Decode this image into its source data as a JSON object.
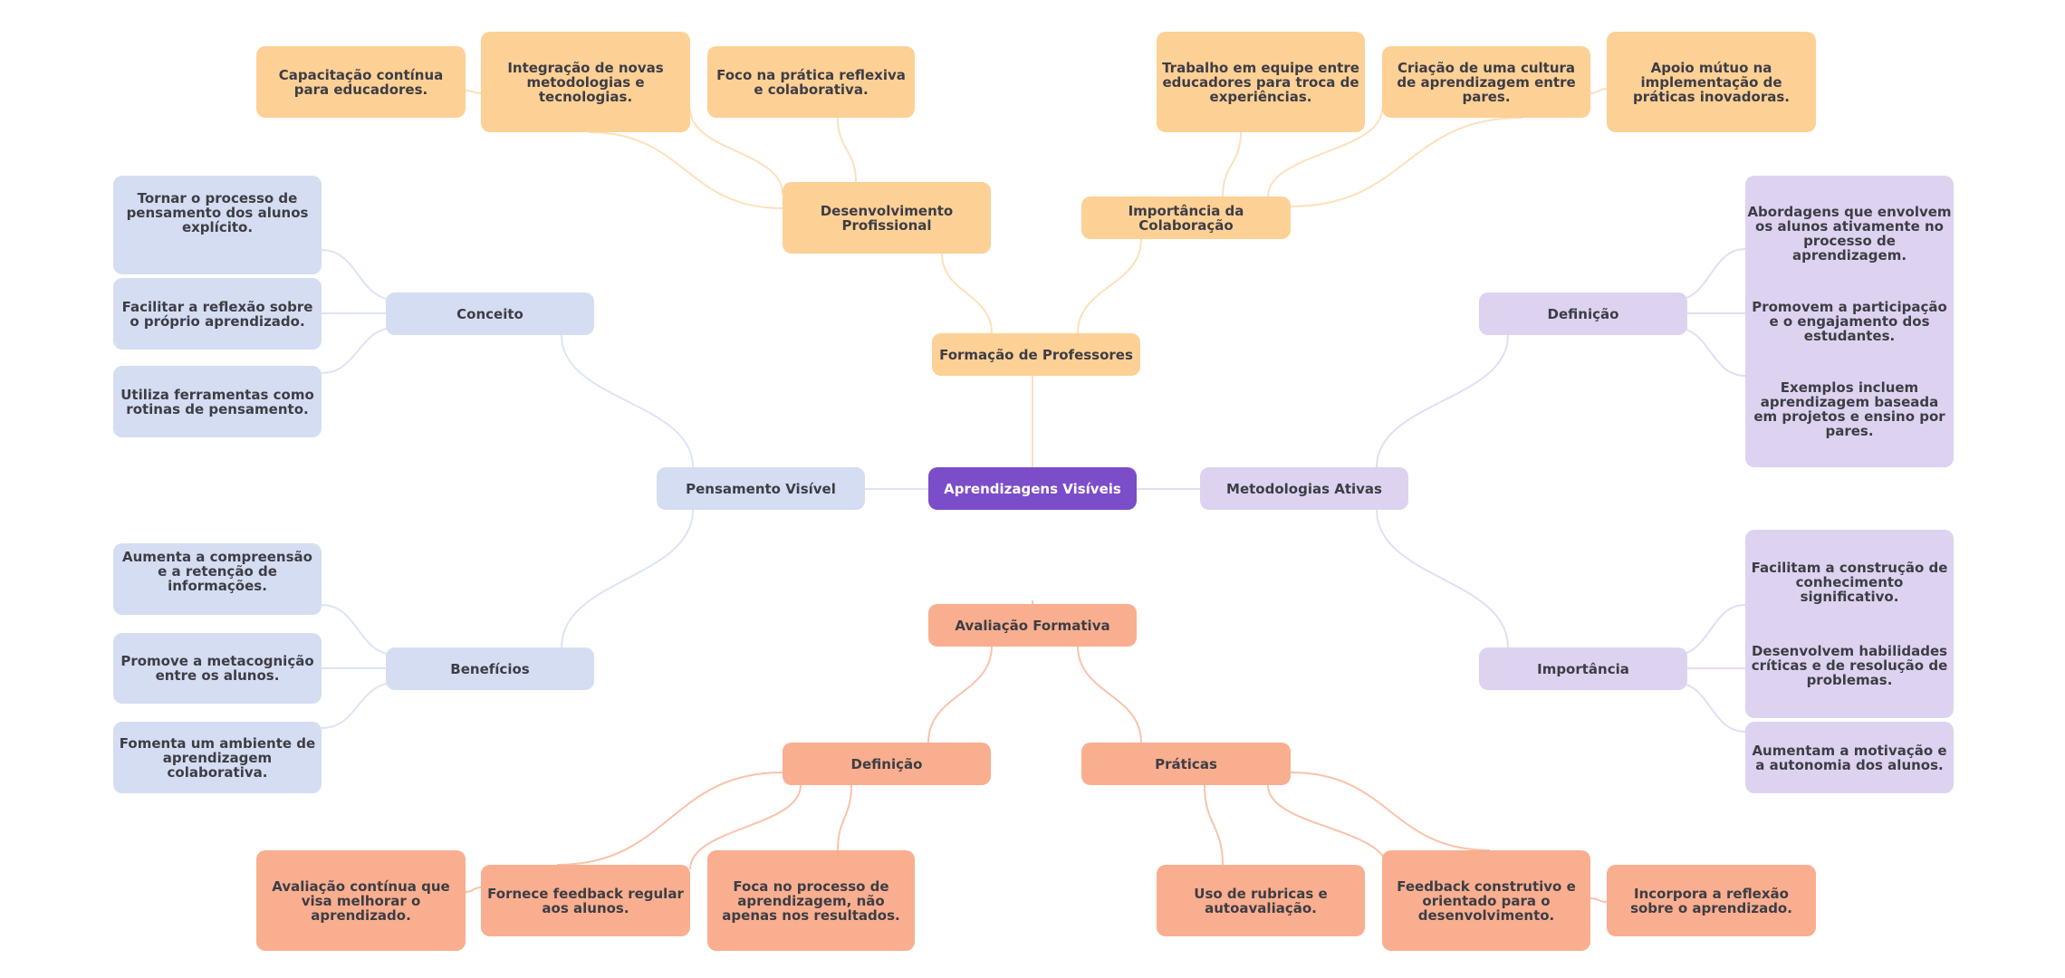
{
  "root": {
    "label": "Aprendizagens Visíveis"
  },
  "colors": {
    "root": "#7c4dc8",
    "formacao": "#fdd095",
    "avaliacao": "#f9ae8f",
    "pensamento": "#d5ddf2",
    "metodologias": "#ddd3f0",
    "text": "#3d3d45"
  },
  "branches": {
    "formacao": {
      "label": "Formação de Professores",
      "desenvolvimento": {
        "label": "Desenvolvimento Profissional",
        "items": [
          "Capacitação contínua para educadores.",
          "Integração de novas metodologias e tecnologias.",
          "Foco na prática reflexiva e colaborativa."
        ]
      },
      "colaboracao": {
        "label": "Importância da Colaboração",
        "items": [
          "Trabalho em equipe entre educadores para troca de experiências.",
          "Criação de uma cultura de aprendizagem entre pares.",
          "Apoio mútuo na implementação de práticas inovadoras."
        ]
      }
    },
    "pensamento": {
      "label": "Pensamento Visível",
      "conceito": {
        "label": "Conceito",
        "items": [
          "Tornar o processo de pensamento dos alunos explícito.",
          "Facilitar a reflexão sobre o próprio aprendizado.",
          "Utiliza ferramentas como rotinas de pensamento."
        ]
      },
      "beneficios": {
        "label": "Benefícios",
        "items": [
          "Aumenta a compreensão e a retenção de informações.",
          "Promove a metacognição entre os alunos.",
          "Fomenta um ambiente de aprendizagem colaborativa."
        ]
      }
    },
    "metodologias": {
      "label": "Metodologias Ativas",
      "definicao": {
        "label": "Definição",
        "items": [
          "Abordagens que envolvem os alunos ativamente no processo de aprendizagem.",
          "Promovem a participação e o engajamento dos estudantes.",
          "Exemplos incluem aprendizagem baseada em projetos e ensino por pares."
        ]
      },
      "importancia": {
        "label": "Importância",
        "items": [
          "Facilitam a construção de conhecimento significativo.",
          "Desenvolvem habilidades críticas e de resolução de problemas.",
          "Aumentam a motivação e a autonomia dos alunos."
        ]
      }
    },
    "avaliacao": {
      "label": "Avaliação Formativa",
      "definicao": {
        "label": "Definição",
        "items": [
          "Avaliação contínua que visa melhorar o aprendizado.",
          "Fornece feedback regular aos alunos.",
          "Foca no processo de aprendizagem, não apenas nos resultados."
        ]
      },
      "praticas": {
        "label": "Práticas",
        "items": [
          "Uso de rubricas e autoavaliação.",
          "Feedback construtivo e orientado para o desenvolvimento.",
          "Incorpora a reflexão sobre o aprendizado."
        ]
      }
    }
  }
}
